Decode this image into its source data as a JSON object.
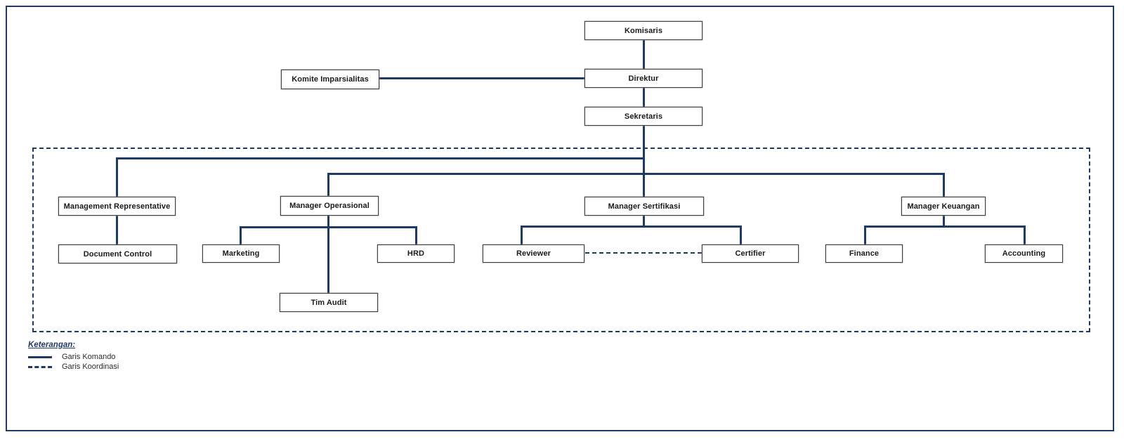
{
  "diagram": {
    "nodes": {
      "komisaris": "Komisaris",
      "komite_imparsialitas": "Komite Imparsialitas",
      "direktur": "Direktur",
      "sekretaris": "Sekretaris",
      "management_representative": "Management Representative",
      "document_control": "Document Control",
      "manager_operasional": "Manager Operasional",
      "marketing": "Marketing",
      "hrd": "HRD",
      "tim_audit": "Tim Audit",
      "manager_sertifikasi": "Manager Sertifikasi",
      "reviewer": "Reviewer",
      "certifier": "Certifier",
      "manager_keuangan": "Manager Keuangan",
      "finance": "Finance",
      "accounting": "Accounting"
    },
    "legend": {
      "heading": "Keterangan:",
      "items": [
        {
          "style": "solid",
          "label": "Garis Komando"
        },
        {
          "style": "dashed",
          "label": "Garis Koordinasi"
        }
      ]
    },
    "colors": {
      "line": "#1f3a66",
      "box_border": "#3f3f3f",
      "text": "#1a1a1a"
    }
  }
}
